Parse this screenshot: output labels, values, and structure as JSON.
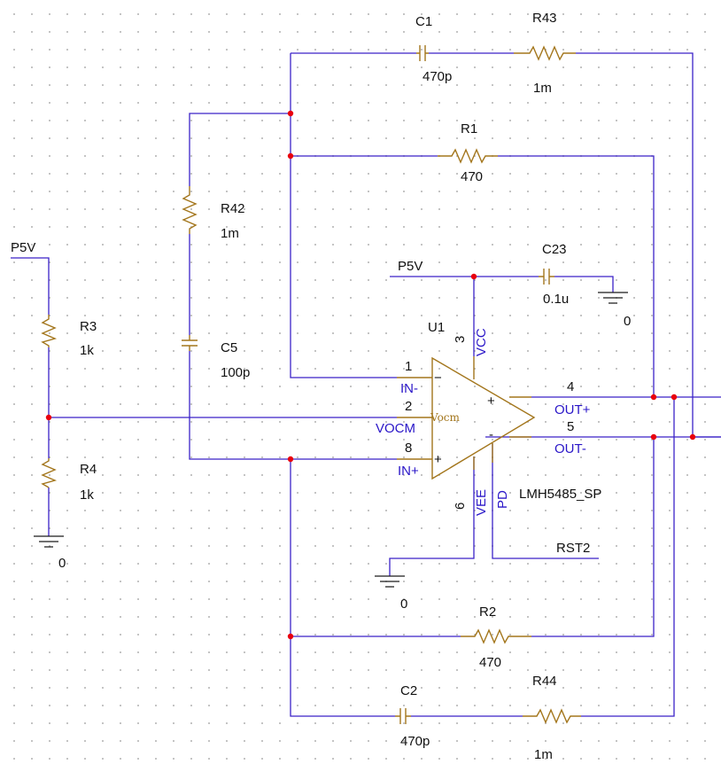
{
  "capacitors": [
    {
      "ref": "C1",
      "value": "470p"
    },
    {
      "ref": "C2",
      "value": "470p"
    },
    {
      "ref": "C5",
      "value": "100p"
    },
    {
      "ref": "C23",
      "value": "0.1u"
    }
  ],
  "resistors": [
    {
      "ref": "R43",
      "value": "1m"
    },
    {
      "ref": "R1",
      "value": "470"
    },
    {
      "ref": "R42",
      "value": "1m"
    },
    {
      "ref": "R3",
      "value": "1k"
    },
    {
      "ref": "R4",
      "value": "1k"
    },
    {
      "ref": "R2",
      "value": "470"
    },
    {
      "ref": "R44",
      "value": "1m"
    }
  ],
  "opamp": {
    "ref": "U1",
    "part": "LMH5485_SP",
    "center_label": "Vocm",
    "pins": {
      "in_minus": {
        "num": "1",
        "name": "IN-"
      },
      "vocm": {
        "num": "2",
        "name": "VOCM"
      },
      "in_plus": {
        "num": "8",
        "name": "IN+"
      },
      "vcc": {
        "num": "3",
        "name": "VCC"
      },
      "vee": {
        "num": "6",
        "name": "VEE"
      },
      "pd": {
        "name": "PD"
      },
      "out_plus": {
        "num": "4",
        "name": "OUT+"
      },
      "out_minus": {
        "num": "5",
        "name": "OUT-"
      }
    },
    "input_signs": {
      "minus": "−",
      "plus": "+"
    },
    "output_signs": {
      "plus": "+",
      "minus": "-"
    }
  },
  "nets": {
    "supply_left": "P5V",
    "supply_top": "P5V",
    "rst": "RST2"
  },
  "grounds": [
    "0",
    "0",
    "0"
  ],
  "colors": {
    "wire": "#3b22c8",
    "component": "#a3761c",
    "junction": "#e8000e",
    "pin_text": "#2a16c8"
  }
}
